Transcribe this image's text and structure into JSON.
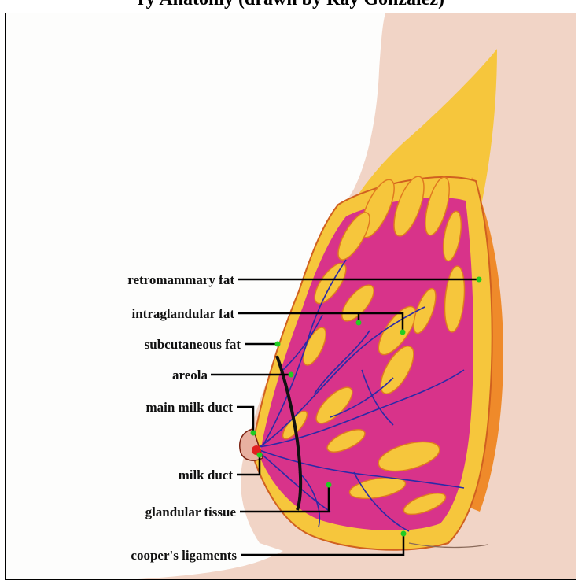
{
  "header_fragment": "ry Anatomy (drawn by Ray Gonzalez)",
  "labels": {
    "retromammary_fat": "retromammary fat",
    "intraglandular_fat": "intraglandular fat",
    "subcutaneous_fat": "subcutaneous fat",
    "areola": "areola",
    "main_milk_duct": "main milk duct",
    "milk_duct": "milk duct",
    "glandular_tissue": "glandular tissue",
    "coopers_ligaments": "cooper's ligaments"
  },
  "colors": {
    "skin": "#f1d4c6",
    "fat": "#f6c63c",
    "fat_orange": "#ef8a2a",
    "gland": "#d8338a",
    "duct": "#2a2aa8",
    "pointer": "#22cc22"
  }
}
